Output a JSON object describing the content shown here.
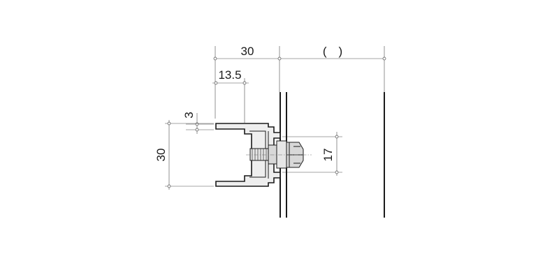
{
  "dimensions": {
    "top_width": "30",
    "top_gap": "(　)",
    "flange_width": "13.5",
    "lip_thickness": "3",
    "rail_height": "30",
    "bolt_spacing": "17"
  }
}
